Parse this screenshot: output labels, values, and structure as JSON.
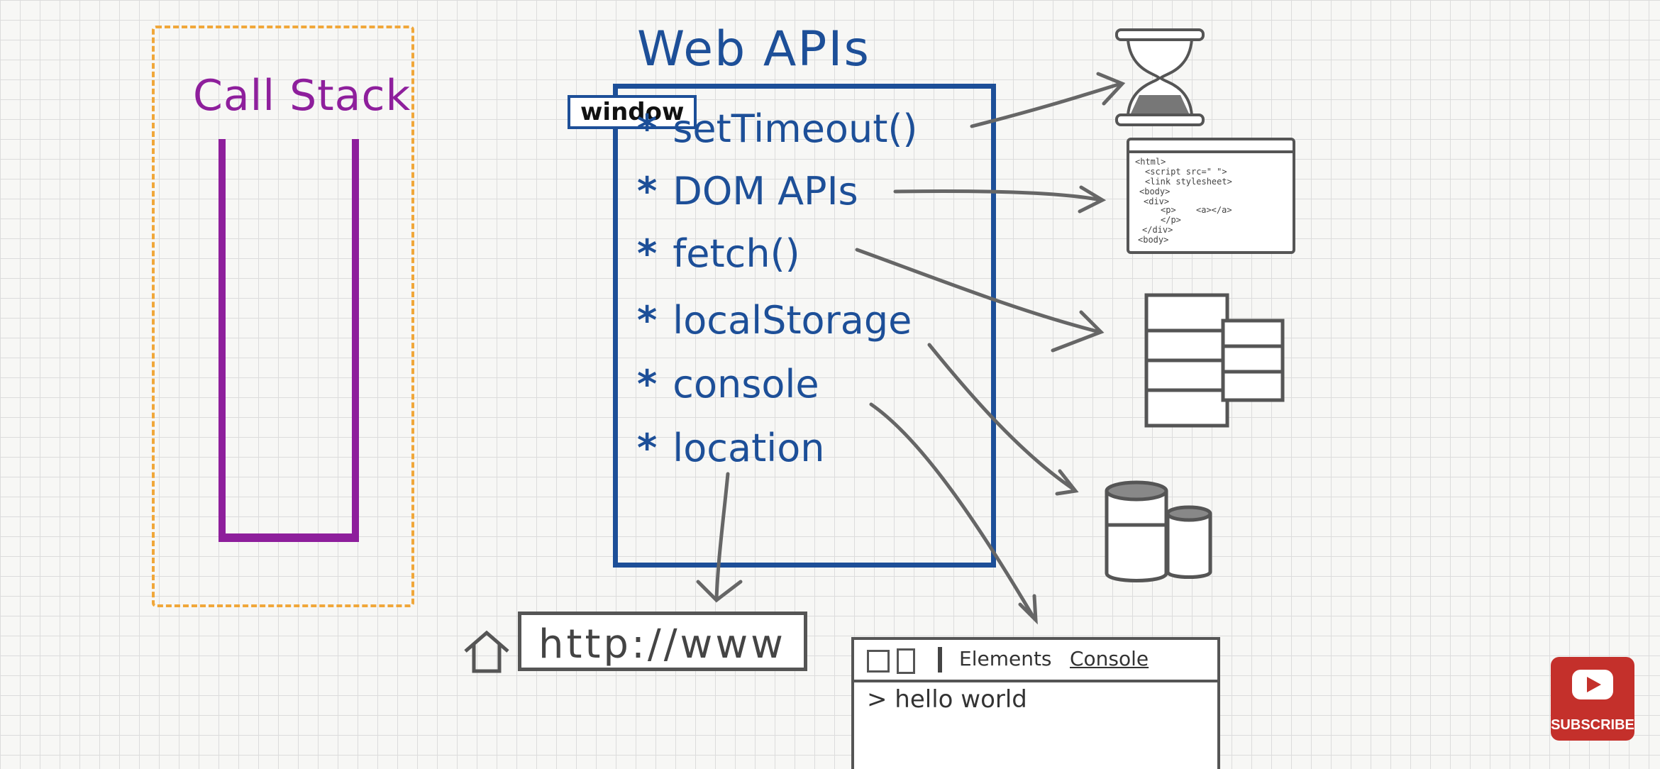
{
  "call_stack": {
    "title": "Call Stack"
  },
  "web_apis": {
    "title": "Web APIs",
    "window_label": "window",
    "items": [
      {
        "star": "*",
        "label": "setTimeout()"
      },
      {
        "star": "*",
        "label": "DOM APIs"
      },
      {
        "star": "*",
        "label": "fetch()"
      },
      {
        "star": "*",
        "label": "localStorage"
      },
      {
        "star": "*",
        "label": "console"
      },
      {
        "star": "*",
        "label": "location"
      }
    ]
  },
  "url_bar": {
    "text": "http://www"
  },
  "html_code": {
    "lines": [
      "<html>",
      "<script src=\"  \">",
      "<link stylesheet>",
      "<body>",
      "<div>",
      "<p>",
      "<a></a>",
      "</p>",
      "</div>",
      "<body>"
    ]
  },
  "devtools": {
    "tab_elements": "Elements",
    "tab_console": "Console",
    "console_output": "> hello world"
  },
  "subscribe": {
    "label": "SUBSCRIBE",
    "color": "#c4302b"
  },
  "colors": {
    "call_stack": "#8e1f9c",
    "web_apis": "#1d4f98",
    "dashed_frame": "#f0a73a",
    "sketch": "#555555"
  },
  "icons": [
    "hourglass-icon",
    "html-document-icon",
    "server-rack-icon",
    "database-icon",
    "home-icon",
    "inspect-icon",
    "device-toolbar-icon",
    "youtube-play-icon"
  ]
}
